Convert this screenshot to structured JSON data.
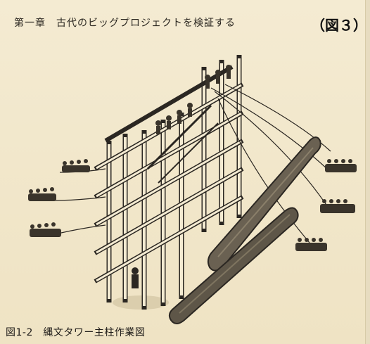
{
  "page": {
    "chapter_header": "第一章　古代のビッグプロジェクトを検証する",
    "figure_tag": "（図３）",
    "caption": "図1-2　縄文タワー主柱作業図"
  },
  "illustration": {
    "subject": "log-raising-scaffold"
  }
}
